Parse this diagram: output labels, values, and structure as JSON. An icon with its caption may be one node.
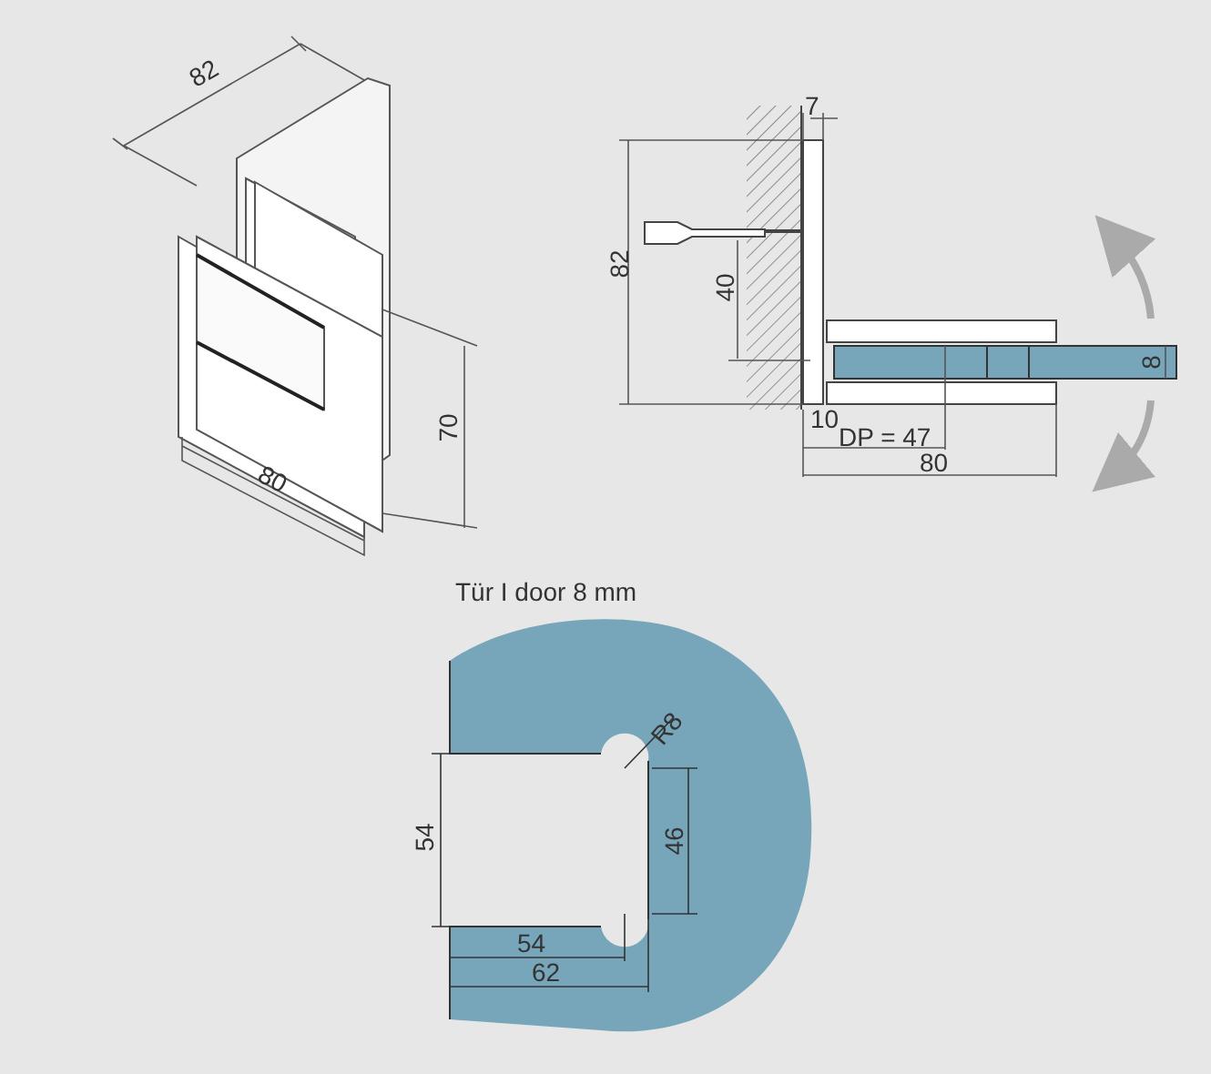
{
  "diagram": {
    "labels": [
      "82",
      "7",
      "82",
      "40",
      "8",
      "70",
      "80",
      "10",
      "DP = 47",
      "80",
      "Tür I door 8 mm",
      "R8",
      "54",
      "46",
      "54",
      "62"
    ]
  }
}
